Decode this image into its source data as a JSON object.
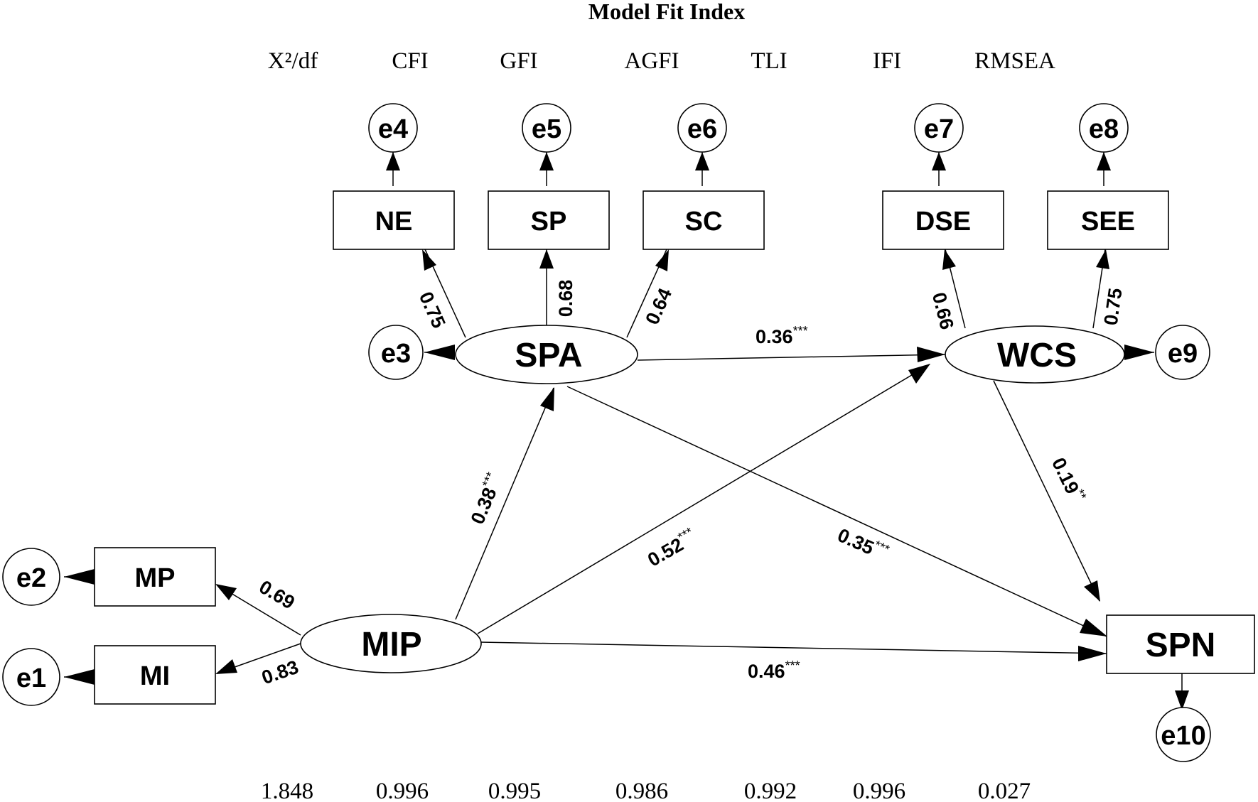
{
  "fit": {
    "title": "Model Fit Index",
    "headers": [
      "X²/df",
      "CFI",
      "GFI",
      "AGFI",
      "TLI",
      "IFI",
      "RMSEA"
    ],
    "values": [
      "1.848",
      "0.996",
      "0.995",
      "0.986",
      "0.992",
      "0.996",
      "0.027"
    ]
  },
  "latents": {
    "SPA": "SPA",
    "WCS": "WCS",
    "MIP": "MIP"
  },
  "observed": {
    "NE": "NE",
    "SP": "SP",
    "SC": "SC",
    "DSE": "DSE",
    "SEE": "SEE",
    "MP": "MP",
    "MI": "MI",
    "SPN": "SPN"
  },
  "errors": {
    "e1": "e1",
    "e2": "e2",
    "e3": "e3",
    "e4": "e4",
    "e5": "e5",
    "e6": "e6",
    "e7": "e7",
    "e8": "e8",
    "e9": "e9",
    "e10": "e10"
  },
  "coefficients": {
    "spa_ne": "0.75",
    "spa_sp": "0.68",
    "spa_sc": "0.64",
    "wcs_dse": "0.66",
    "wcs_see": "0.75",
    "mip_mp": "0.69",
    "mip_mi": "0.83",
    "spa_wcs": {
      "value": "0.36",
      "stars": "***"
    },
    "mip_spa": {
      "value": "0.38",
      "stars": "***"
    },
    "mip_wcs": {
      "value": "0.52",
      "stars": "***"
    },
    "spa_spn": {
      "value": "0.35",
      "stars": "***"
    },
    "wcs_spn": {
      "value": "0.19",
      "stars": "**"
    },
    "mip_spn": {
      "value": "0.46",
      "stars": "***"
    }
  }
}
